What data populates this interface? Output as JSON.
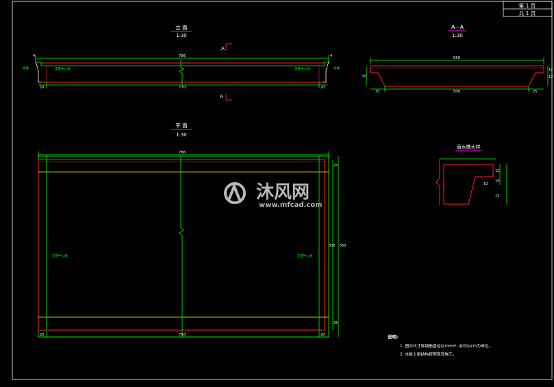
{
  "title_block": {
    "sheet": "第 1 页",
    "total": "共 1 页"
  },
  "elevation": {
    "title": "立 面",
    "scale": "1:30",
    "dims": {
      "total": "786",
      "inner": "770",
      "left": "20",
      "right": "20",
      "h": "4"
    },
    "section_mark": "A",
    "labels": {
      "left_support": "桥墩",
      "left_center": "支座中心线",
      "right_center": "支座中心线",
      "right_support": "桥墩"
    }
  },
  "section": {
    "title": "A—A",
    "scale": "1:30",
    "dims": {
      "top": "550",
      "bottom": "500",
      "left": "25",
      "right": "25",
      "height": "50",
      "r1": "12",
      "r2": "12"
    }
  },
  "plan": {
    "title": "平 面",
    "scale": "1:30",
    "dims": {
      "top": "786",
      "bottom": "750",
      "left": "20",
      "right": "20",
      "height1": "500",
      "height2": "550",
      "strip_top": "25",
      "strip_bottom": "25"
    },
    "labels": {
      "left_center": "支座中心线",
      "right_center": "支座中心线"
    }
  },
  "drip_detail": {
    "title": "滴水槽大样",
    "dims": {
      "d1": "12",
      "d2": "15",
      "d3": "12",
      "d4": "10"
    }
  },
  "notes": {
    "heading": "说明:",
    "items": [
      "1. 图中尺寸除钢筋直径以mm计, 余均以cm为单位。",
      "2. 本板上部结构按照现浇施工。"
    ]
  },
  "watermark": {
    "brand": "沐风网",
    "url": "www.mfcad.com"
  },
  "colors": {
    "green": "#00ff00",
    "red": "#ff2020",
    "white": "#ffffff",
    "yellow": "#ffff00",
    "magenta": "#ff00ff"
  }
}
